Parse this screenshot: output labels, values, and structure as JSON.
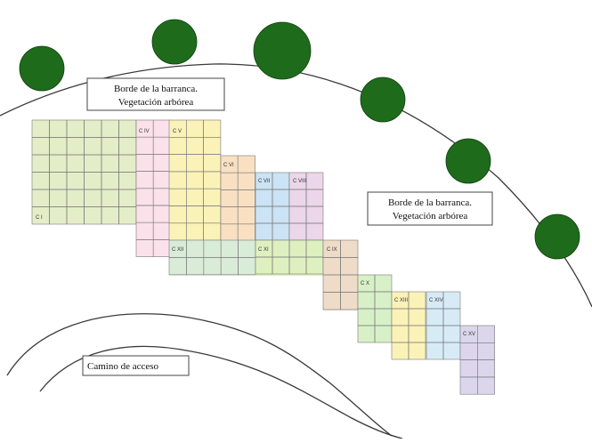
{
  "labels": {
    "edge_top_line1": "Borde de la barranca.",
    "edge_top_line2": "Vegetación arbórea",
    "edge_right_line1": "Borde de la barranca.",
    "edge_right_line2": "Vegetación arbórea",
    "road": "Camino de acceso"
  },
  "sectors": [
    {
      "label": "C I",
      "color": "#e3eec8"
    },
    {
      "label": "C IV",
      "color": "#fbe1ea"
    },
    {
      "label": "C V",
      "color": "#fbf2b8"
    },
    {
      "label": "C VI",
      "color": "#f9e0c2"
    },
    {
      "label": "C VII",
      "color": "#cbe3f4"
    },
    {
      "label": "C VIII",
      "color": "#ecd6ea"
    },
    {
      "label": "C XII",
      "color": "#d9ecd8"
    },
    {
      "label": "C XI",
      "color": "#dff0c0"
    },
    {
      "label": "C IX",
      "color": "#efdcc8"
    },
    {
      "label": "C X",
      "color": "#d8f0c8"
    },
    {
      "label": "C XIII",
      "color": "#fbf2b8"
    },
    {
      "label": "C XIV",
      "color": "#d7ebf6"
    },
    {
      "label": "C XV",
      "color": "#dcd6ec"
    }
  ],
  "colors": {
    "tree": "#1e6b1c",
    "tree_stroke": "#0f3f0e",
    "grid_line": "#7a7a7a",
    "curve": "#3a3a3a"
  },
  "icons": [
    "tree-icon"
  ]
}
